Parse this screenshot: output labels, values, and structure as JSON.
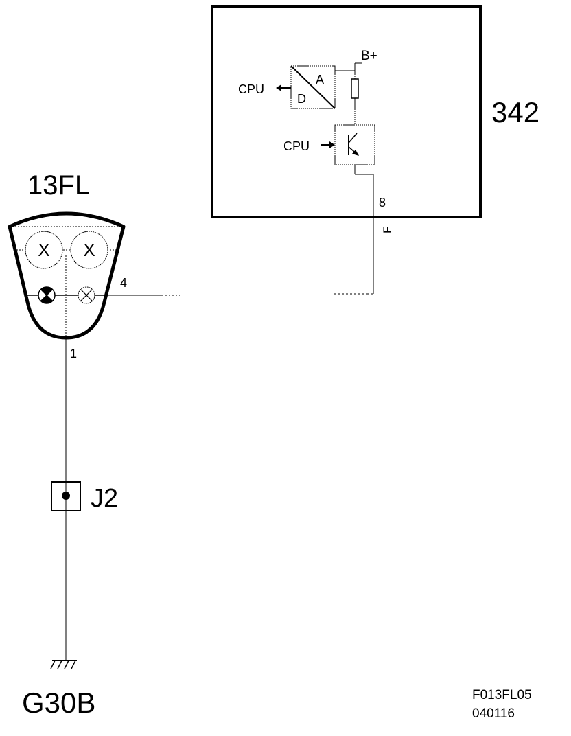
{
  "module_342": {
    "id": "342",
    "converter_a": "A",
    "converter_d": "D",
    "cpu_out_label": "CPU",
    "cpu_in_label": "CPU",
    "supply_label": "B+",
    "pin_number": "8",
    "pin_wire_label": "F"
  },
  "lamp_13fl": {
    "id": "13FL",
    "bulb1_symbol": "X",
    "bulb2_symbol": "X",
    "pin_signal": "4",
    "pin_ground": "1"
  },
  "junction": {
    "id": "J2"
  },
  "ground": {
    "id": "G30B"
  },
  "footer": {
    "diagram_code": "F013FL05",
    "diagram_date": "040116"
  },
  "colors": {
    "ink": "#000000",
    "background": "#ffffff"
  }
}
